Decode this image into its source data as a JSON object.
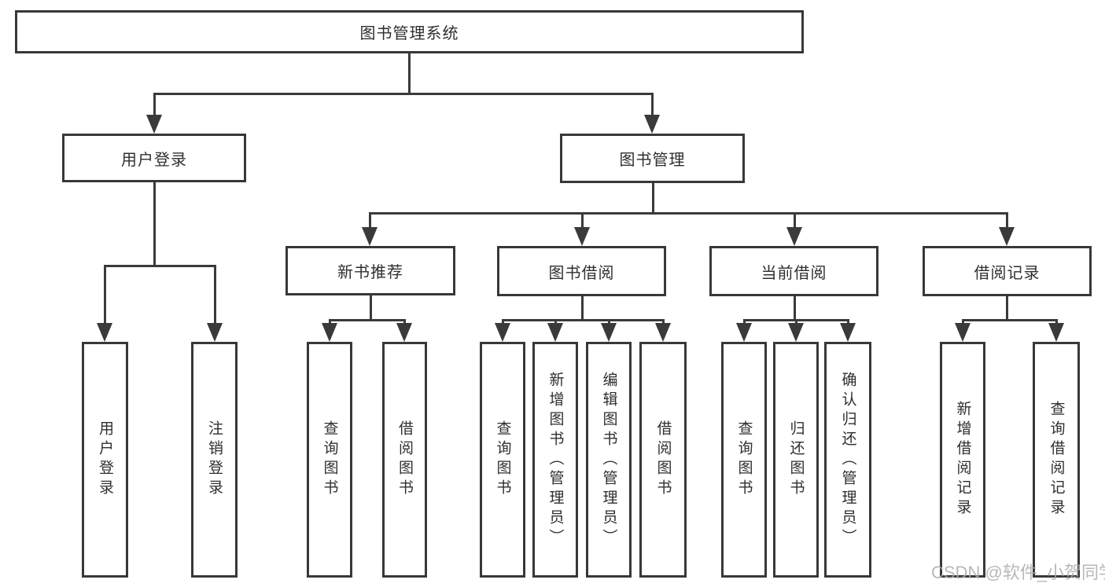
{
  "colors": {
    "line": "#3a3a3a",
    "box_border": "#383838",
    "text": "#2f2f2f",
    "watermark": "#acacac",
    "background": "#ffffff"
  },
  "watermark": {
    "text": "CSDN @软件_小贺同学"
  },
  "tree": {
    "label": "图书管理系统",
    "children": [
      {
        "label": "用户登录",
        "children": [
          {
            "label": "用户登录"
          },
          {
            "label": "注销登录"
          }
        ]
      },
      {
        "label": "图书管理",
        "children": [
          {
            "label": "新书推荐",
            "children": [
              {
                "label": "查询图书"
              },
              {
                "label": "借阅图书"
              }
            ]
          },
          {
            "label": "图书借阅",
            "children": [
              {
                "label": "查询图书"
              },
              {
                "label": "新增图书（管理员）"
              },
              {
                "label": "编辑图书（管理员）"
              },
              {
                "label": "借阅图书"
              }
            ]
          },
          {
            "label": "当前借阅",
            "children": [
              {
                "label": "查询图书"
              },
              {
                "label": "归还图书"
              },
              {
                "label": "确认归还（管理员）"
              }
            ]
          },
          {
            "label": "借阅记录",
            "children": [
              {
                "label": "新增借阅记录"
              },
              {
                "label": "查询借阅记录"
              }
            ]
          }
        ]
      }
    ]
  }
}
